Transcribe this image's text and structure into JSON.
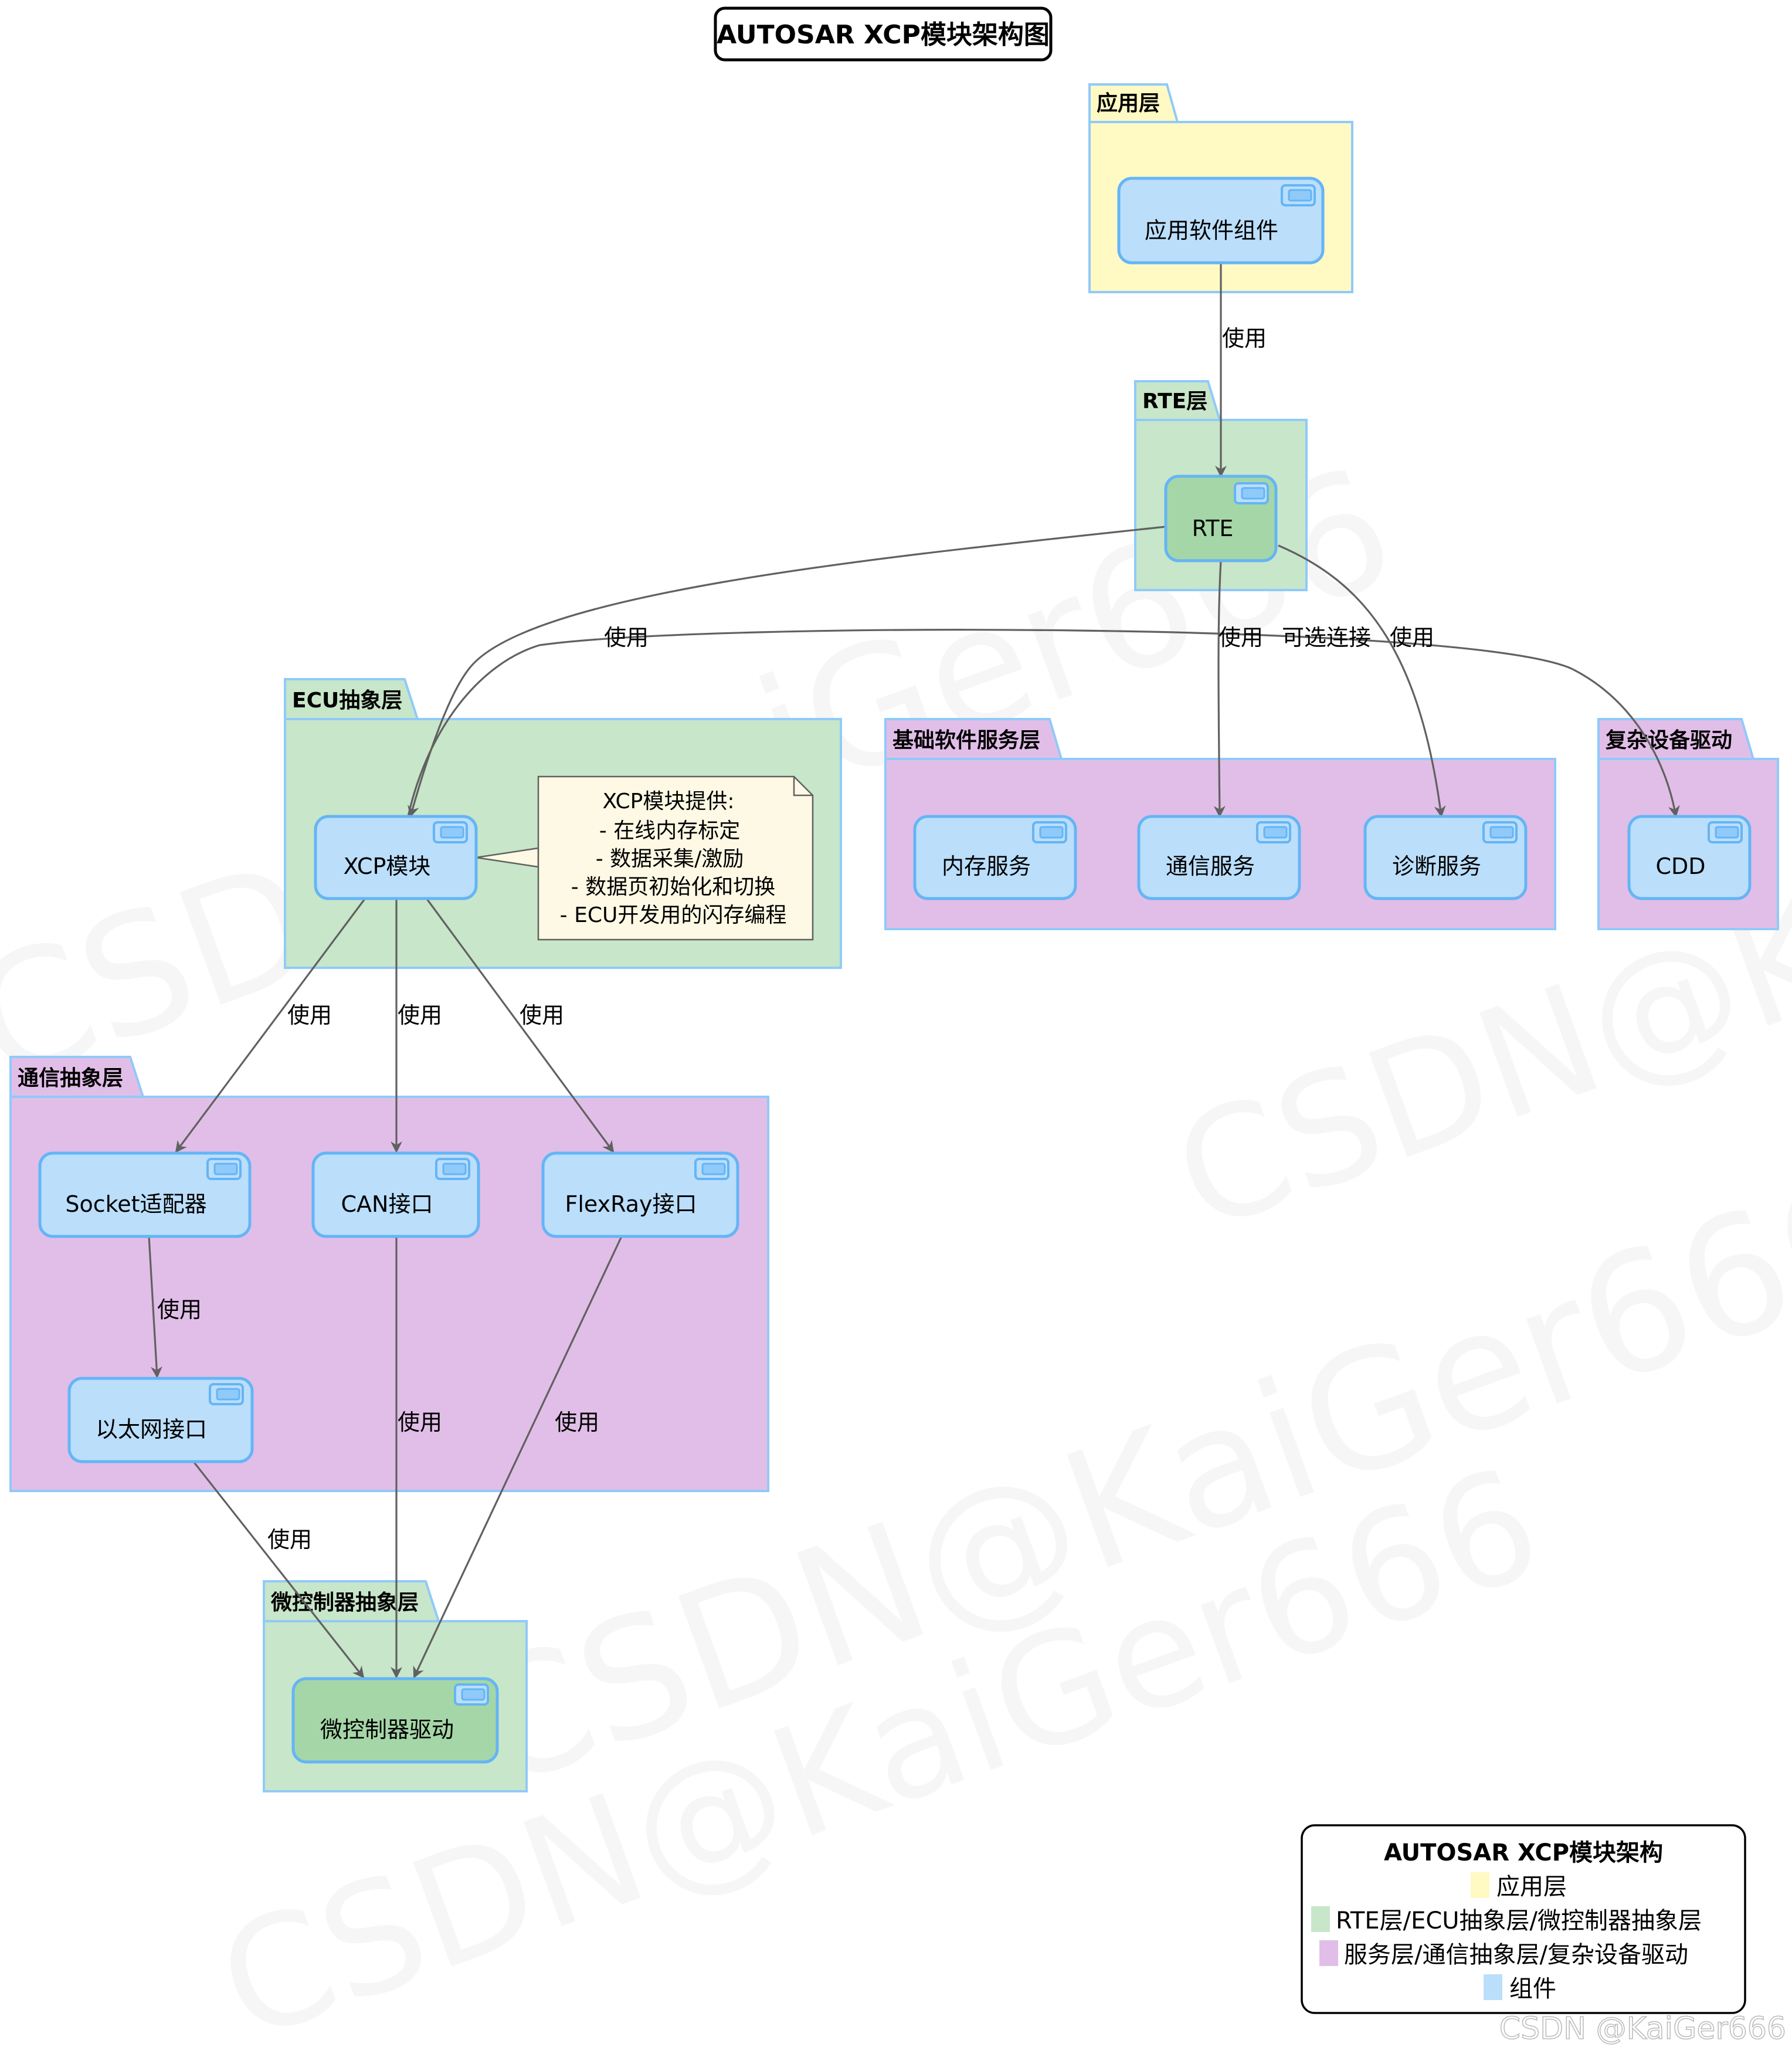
{
  "title": "AUTOSAR XCP模块架构图",
  "packages": {
    "app": "应用层",
    "rte": "RTE层",
    "ecu": "ECU抽象层",
    "bsw": "基础软件服务层",
    "cdd": "复杂设备驱动",
    "comm": "通信抽象层",
    "mcu": "微控制器抽象层"
  },
  "components": {
    "app_swc": "应用软件组件",
    "rte": "RTE",
    "xcp": "XCP模块",
    "mem": "内存服务",
    "com": "通信服务",
    "diag": "诊断服务",
    "cdd": "CDD",
    "socket": "Socket适配器",
    "can": "CAN接口",
    "flexray": "FlexRay接口",
    "eth": "以太网接口",
    "mcu_drv": "微控制器驱动"
  },
  "note": {
    "heading": "XCP模块提供:",
    "lines": [
      "- 在线内存标定",
      "- 数据采集/激励",
      "- 数据页初始化和切换",
      "- ECU开发用的闪存编程"
    ]
  },
  "edge_labels": {
    "use": "使用",
    "optional": "可选连接"
  },
  "legend": {
    "title": "AUTOSAR XCP模块架构",
    "items": [
      {
        "label": "应用层",
        "color": "#fff9c4"
      },
      {
        "label": "RTE层/ECU抽象层/微控制器抽象层",
        "color": "#c8e6c9"
      },
      {
        "label": "服务层/通信抽象层/复杂设备驱动",
        "color": "#e1bee7"
      },
      {
        "label": "组件",
        "color": "#bbdefb"
      }
    ]
  },
  "watermark": "CSDN @KaiGer666",
  "watermark_bg": "CSDN@KaiGer666",
  "colors": {
    "yellow_pkg": "#fff9c4",
    "green_pkg": "#c8e6c9",
    "purple_pkg": "#e1bee7",
    "component": "#bbdefb",
    "green_component": "#a5d6a7",
    "border": "#90caf9",
    "edge": "#616161",
    "note_fill": "#fef9e4"
  }
}
